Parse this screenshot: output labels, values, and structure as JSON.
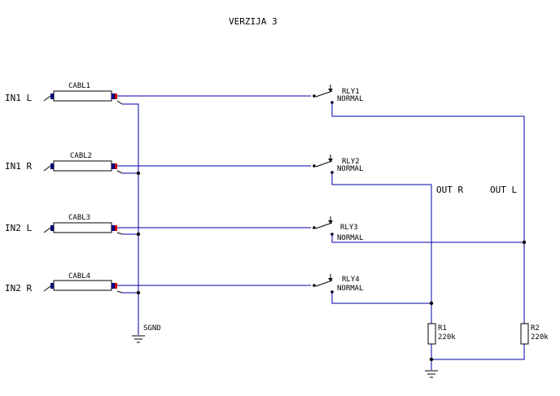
{
  "title": "VERZIJA 3",
  "inputs": [
    "IN1 L",
    "IN1 R",
    "IN2 L",
    "IN2 R"
  ],
  "cables": [
    "CABL1",
    "CABL2",
    "CABL3",
    "CABL4"
  ],
  "relays": [
    {
      "name": "RLY1",
      "state": "NORMAL"
    },
    {
      "name": "RLY2",
      "state": "NORMAL"
    },
    {
      "name": "RLY3",
      "state": "NORMAL"
    },
    {
      "name": "RLY4",
      "state": "NORMAL"
    }
  ],
  "outputs": {
    "right": "OUT R",
    "left": "OUT L"
  },
  "ground": "SGND",
  "resistors": [
    {
      "name": "R1",
      "value": "220k"
    },
    {
      "name": "R2",
      "value": "220k"
    }
  ],
  "colors": {
    "wire": "#0000aa",
    "component": "#000000",
    "connector": "#cc0000"
  }
}
